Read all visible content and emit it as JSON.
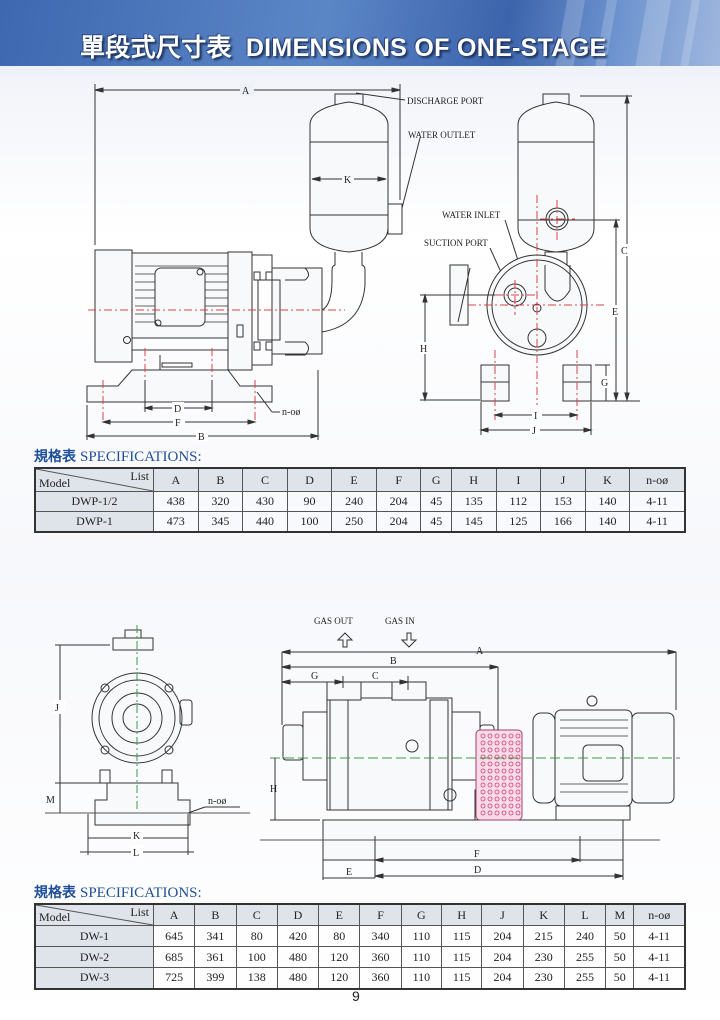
{
  "header": {
    "title_zh": "單段式尺寸表",
    "title_en": "DIMENSIONS OF ONE-STAGE"
  },
  "drawing1": {
    "callouts": {
      "discharge_port": "DISCHARGE PORT",
      "water_outlet": "WATER OUTLET",
      "water_inlet": "WATER INLET",
      "suction_port": "SUCTION PORT"
    },
    "dims": {
      "A": "A",
      "B": "B",
      "C": "C",
      "D": "D",
      "E": "E",
      "F": "F",
      "G": "G",
      "H": "H",
      "H2": "H",
      "I": "I",
      "J": "J",
      "K": "K",
      "n": "n-oø"
    }
  },
  "spec1": {
    "title_zh": "規格表",
    "title_en": "SPECIFICATIONS:",
    "corner_list": "List",
    "corner_model": "Model",
    "columns": [
      "A",
      "B",
      "C",
      "D",
      "E",
      "F",
      "G",
      "H",
      "I",
      "J",
      "K",
      "n-oø"
    ],
    "rows": [
      {
        "model": "DWP-1/2",
        "values": [
          "438",
          "320",
          "430",
          "90",
          "240",
          "204",
          "45",
          "135",
          "112",
          "153",
          "140",
          "4-11"
        ]
      },
      {
        "model": "DWP-1",
        "values": [
          "473",
          "345",
          "440",
          "100",
          "250",
          "204",
          "45",
          "145",
          "125",
          "166",
          "140",
          "4-11"
        ]
      }
    ]
  },
  "drawing2": {
    "gas_out": "GAS OUT",
    "gas_in": "GAS IN",
    "dims": {
      "A": "A",
      "B": "B",
      "C": "C",
      "D": "D",
      "E": "E",
      "F": "F",
      "G": "G",
      "H": "H",
      "J": "J",
      "K": "K",
      "L": "L",
      "M": "M",
      "n": "n-oø"
    }
  },
  "spec2": {
    "title_zh": "規格表",
    "title_en": "SPECIFICATIONS:",
    "corner_list": "List",
    "corner_model": "Model",
    "columns": [
      "A",
      "B",
      "C",
      "D",
      "E",
      "F",
      "G",
      "H",
      "J",
      "K",
      "L",
      "M",
      "n-oø"
    ],
    "rows": [
      {
        "model": "DW-1",
        "values": [
          "645",
          "341",
          "80",
          "420",
          "80",
          "340",
          "110",
          "115",
          "204",
          "215",
          "240",
          "50",
          "4-11"
        ]
      },
      {
        "model": "DW-2",
        "values": [
          "685",
          "361",
          "100",
          "480",
          "120",
          "360",
          "110",
          "115",
          "204",
          "230",
          "255",
          "50",
          "4-11"
        ]
      },
      {
        "model": "DW-3",
        "values": [
          "725",
          "399",
          "138",
          "480",
          "120",
          "360",
          "110",
          "115",
          "204",
          "230",
          "255",
          "50",
          "4-11"
        ]
      }
    ]
  },
  "footer": {
    "page_number": "9"
  },
  "colors": {
    "banner": "#4a73b8",
    "spec_title": "#1f4f9a",
    "header_cell": "#dfe3ea",
    "centerline_red": "#d9434b",
    "centerline_green": "#3a9a4a",
    "coupling": "#d0407a"
  }
}
